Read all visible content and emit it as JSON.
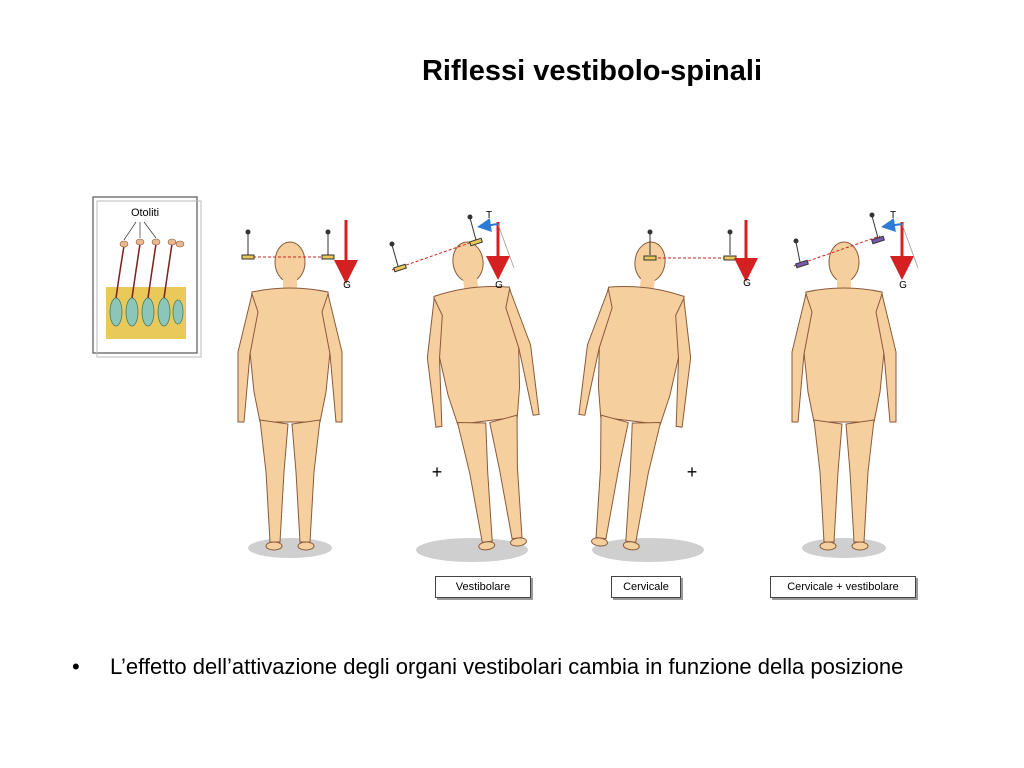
{
  "slide": {
    "title": "Riflessi vestibolo-spinali"
  },
  "inset": {
    "label": "Otoliti"
  },
  "figures": [
    {
      "vectors": [
        "G"
      ]
    },
    {
      "vectors": [
        "T",
        "G"
      ],
      "marker": "+",
      "caption": "Vestibolare"
    },
    {
      "vectors": [
        "G"
      ],
      "marker": "+",
      "caption": "Cervicale"
    },
    {
      "vectors": [
        "T",
        "G"
      ],
      "caption": "Cervicale + vestibolare"
    }
  ],
  "bullets": [
    {
      "symbol": "•",
      "text": "L’effetto dell’attivazione degli organi vestibolari cambia in funzione della posizione"
    }
  ],
  "colors": {
    "skin": "#f6cf9e",
    "skin_outline": "#8a5a3a",
    "gravity_arrow": "#d42020",
    "tilt_arrow": "#2a7ad6",
    "otolith_base": "#e8c95a",
    "hair_cell": "#8cc6b8"
  }
}
